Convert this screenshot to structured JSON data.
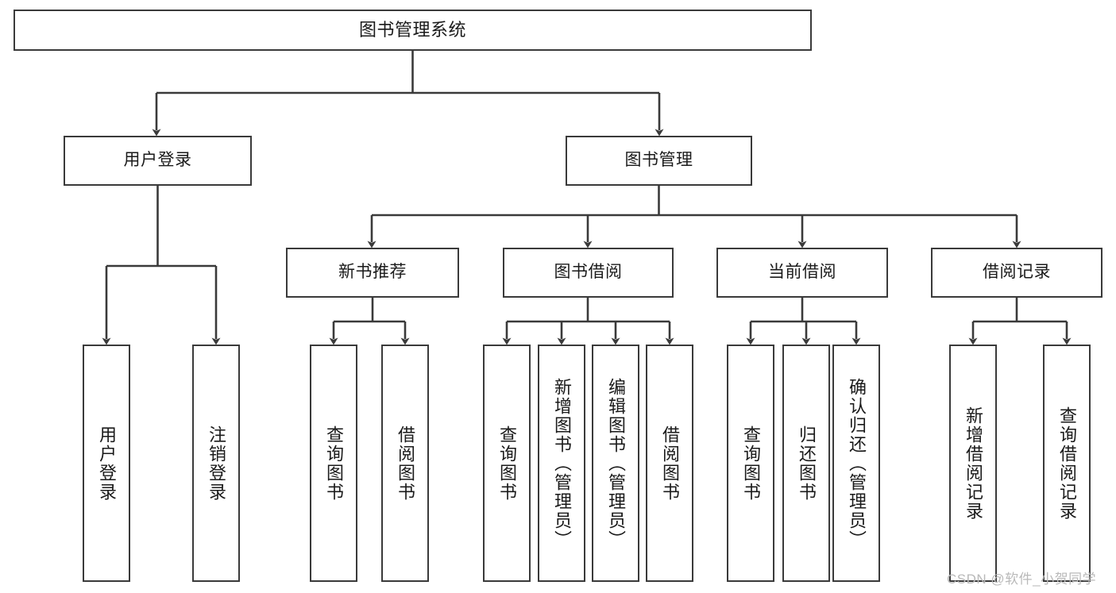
{
  "diagram": {
    "title": "图书管理系统",
    "type": "tree-hierarchy",
    "colors": {
      "stroke": "#3a3a3a",
      "fill": "#ffffff",
      "text": "#1a1a1a",
      "watermark": "#b9b9b9"
    },
    "levels": {
      "root": {
        "label": "图书管理系统"
      },
      "level2": [
        {
          "label": "用户登录"
        },
        {
          "label": "图书管理"
        }
      ],
      "level3": [
        {
          "label": "新书推荐"
        },
        {
          "label": "图书借阅"
        },
        {
          "label": "当前借阅"
        },
        {
          "label": "借阅记录"
        }
      ],
      "leaves": [
        {
          "label": "用户登录",
          "parent": "用户登录"
        },
        {
          "label": "注销登录",
          "parent": "用户登录"
        },
        {
          "label": "查询图书",
          "parent": "新书推荐"
        },
        {
          "label": "借阅图书",
          "parent": "新书推荐"
        },
        {
          "label": "查询图书",
          "parent": "图书借阅"
        },
        {
          "label": "新增图书（管理员）",
          "parent": "图书借阅"
        },
        {
          "label": "编辑图书（管理员）",
          "parent": "图书借阅"
        },
        {
          "label": "借阅图书",
          "parent": "图书借阅"
        },
        {
          "label": "查询图书",
          "parent": "当前借阅"
        },
        {
          "label": "归还图书",
          "parent": "当前借阅"
        },
        {
          "label": "确认归还（管理员）",
          "parent": "当前借阅"
        },
        {
          "label": "新增借阅记录",
          "parent": "借阅记录"
        },
        {
          "label": "查询借阅记录",
          "parent": "借阅记录"
        }
      ]
    }
  },
  "watermark": {
    "text": "CSDN @软件_小贺同学"
  }
}
